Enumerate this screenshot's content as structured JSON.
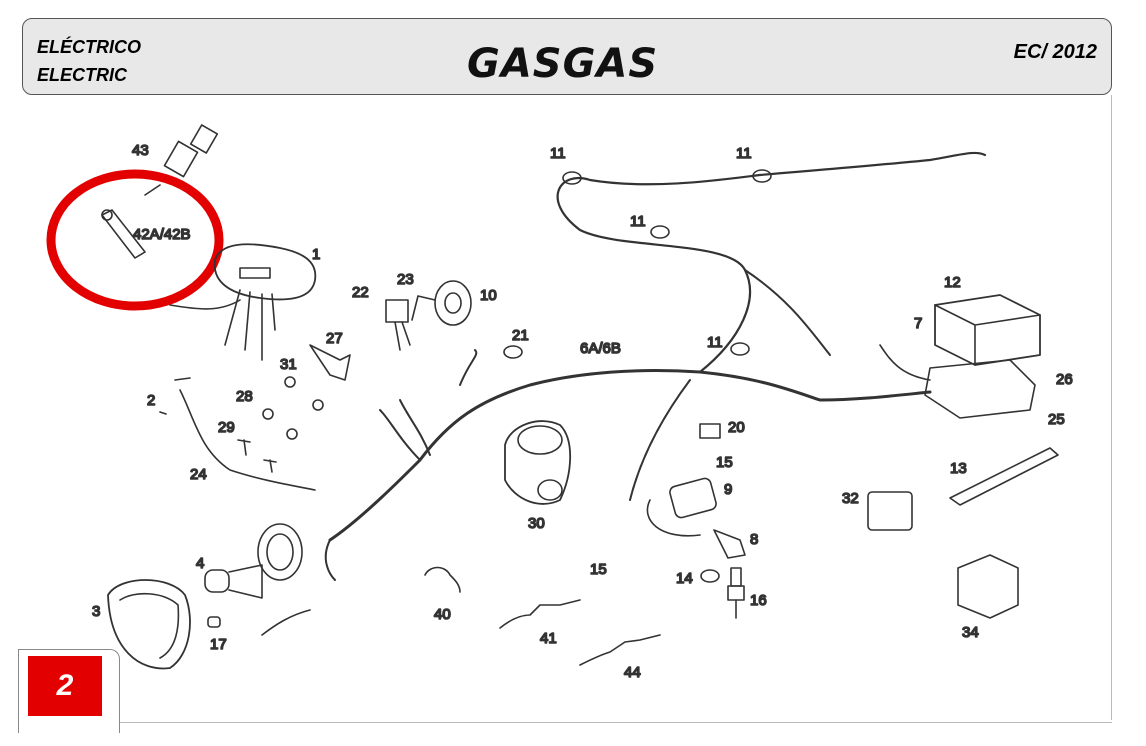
{
  "header": {
    "title_es": "ELÉCTRICO",
    "title_en": "ELECTRIC",
    "brand": "GASGAS",
    "model": "EC/ 2012"
  },
  "page_number": "2",
  "highlight_color": "#e30000",
  "callouts": [
    {
      "id": "c43",
      "label": "43"
    },
    {
      "id": "c42",
      "label": "42A/42B"
    },
    {
      "id": "c1",
      "label": "1"
    },
    {
      "id": "c22",
      "label": "22"
    },
    {
      "id": "c23",
      "label": "23"
    },
    {
      "id": "c10",
      "label": "10"
    },
    {
      "id": "c27",
      "label": "27"
    },
    {
      "id": "c31",
      "label": "31"
    },
    {
      "id": "c21",
      "label": "21"
    },
    {
      "id": "c6",
      "label": "6A/6B"
    },
    {
      "id": "c11a",
      "label": "11"
    },
    {
      "id": "c11b",
      "label": "11"
    },
    {
      "id": "c11c",
      "label": "11"
    },
    {
      "id": "c11d",
      "label": "11"
    },
    {
      "id": "c12",
      "label": "12"
    },
    {
      "id": "c7",
      "label": "7"
    },
    {
      "id": "c26",
      "label": "26"
    },
    {
      "id": "c25",
      "label": "25"
    },
    {
      "id": "c2",
      "label": "2"
    },
    {
      "id": "c28",
      "label": "28"
    },
    {
      "id": "c29",
      "label": "29"
    },
    {
      "id": "c24",
      "label": "24"
    },
    {
      "id": "c20",
      "label": "20"
    },
    {
      "id": "c15a",
      "label": "15"
    },
    {
      "id": "c9",
      "label": "9"
    },
    {
      "id": "c13",
      "label": "13"
    },
    {
      "id": "c32",
      "label": "32"
    },
    {
      "id": "c30",
      "label": "30"
    },
    {
      "id": "c8",
      "label": "8"
    },
    {
      "id": "c15b",
      "label": "15"
    },
    {
      "id": "c4",
      "label": "4"
    },
    {
      "id": "c14",
      "label": "14"
    },
    {
      "id": "c16",
      "label": "16"
    },
    {
      "id": "c3",
      "label": "3"
    },
    {
      "id": "c40",
      "label": "40"
    },
    {
      "id": "c41",
      "label": "41"
    },
    {
      "id": "c34",
      "label": "34"
    },
    {
      "id": "c17",
      "label": "17"
    },
    {
      "id": "c44",
      "label": "44"
    }
  ]
}
